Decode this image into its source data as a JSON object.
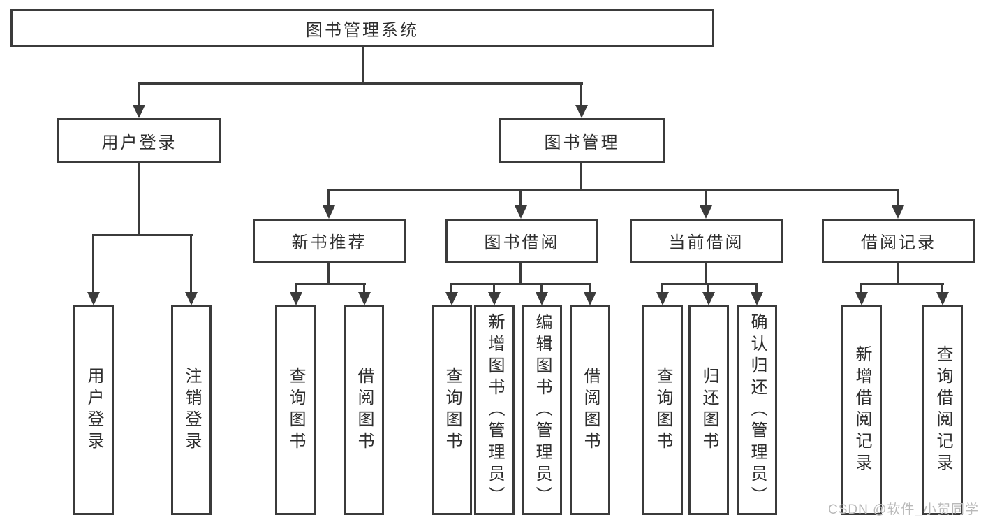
{
  "diagram": {
    "root": {
      "label": "图书管理系统"
    },
    "level2": [
      {
        "label": "用户登录"
      },
      {
        "label": "图书管理"
      }
    ],
    "level3": [
      {
        "label": "新书推荐"
      },
      {
        "label": "图书借阅"
      },
      {
        "label": "当前借阅"
      },
      {
        "label": "借阅记录"
      }
    ],
    "leaves": [
      {
        "label": "用户登录"
      },
      {
        "label": "注销登录"
      },
      {
        "label": "查询图书"
      },
      {
        "label": "借阅图书"
      },
      {
        "label": "查询图书"
      },
      {
        "label": "新增图书（管理员）"
      },
      {
        "label": "编辑图书（管理员）"
      },
      {
        "label": "借阅图书"
      },
      {
        "label": "查询图书"
      },
      {
        "label": "归还图书"
      },
      {
        "label": "确认归还（管理员）"
      },
      {
        "label": "新增借阅记录"
      },
      {
        "label": "查询借阅记录"
      }
    ]
  },
  "watermark": "CSDN @软件_小贺同学",
  "colors": {
    "line": "#3b3b3b",
    "text": "#2e2e2e",
    "background": "#ffffff",
    "watermark": "#b9b9b9"
  }
}
